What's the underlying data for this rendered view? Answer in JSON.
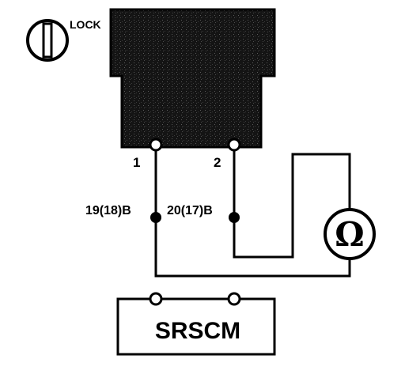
{
  "ignition": {
    "lock_label": "LOCK"
  },
  "connector": {
    "pin1": "1",
    "pin2": "2"
  },
  "wires": {
    "left": "19(18)B",
    "right": "20(17)B"
  },
  "meter": {
    "symbol": "Ω"
  },
  "module": {
    "name": "SRSCM"
  },
  "colors": {
    "ink": "#000000",
    "background": "#ffffff"
  }
}
